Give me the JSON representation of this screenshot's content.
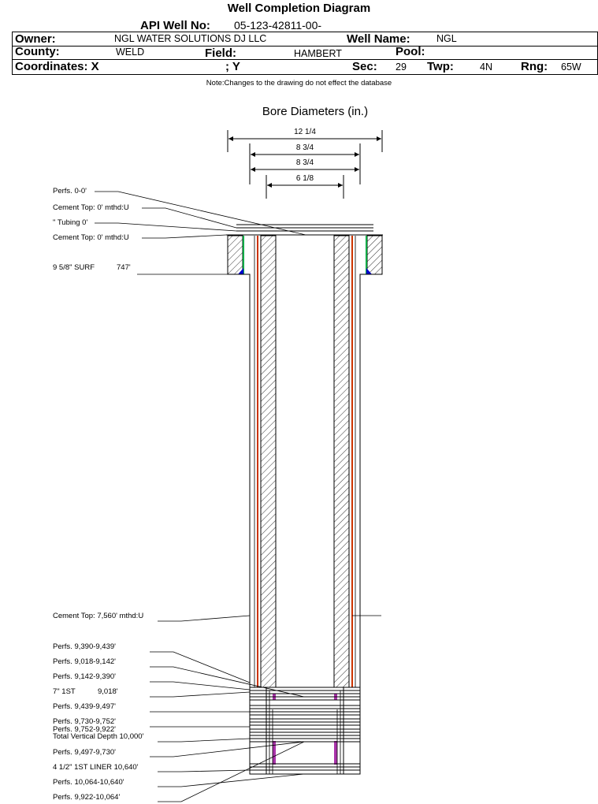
{
  "title": "Well Completion Diagram",
  "header": {
    "api_label": "API Well No:",
    "api_value": "05-123-42811-00-",
    "owner_label": "Owner:",
    "owner_value": "NGL WATER SOLUTIONS DJ LLC",
    "well_name_label": "Well Name:",
    "well_name_value": "NGL",
    "county_label": "County:",
    "county_value": "WELD",
    "field_label": "Field:",
    "field_value": "HAMBERT",
    "pool_label": "Pool:",
    "pool_value": "",
    "coord_label": "Coordinates: X",
    "coord_y_label": "; Y",
    "sec_label": "Sec:",
    "sec_value": "29",
    "twp_label": "Twp:",
    "twp_value": "4N",
    "rng_label": "Rng:",
    "rng_value": "65W"
  },
  "note": "Note:Changes to the drawing do not effect the database",
  "bore": {
    "title": "Bore Diameters (in.)",
    "diameters": [
      "12 1/4",
      "8 3/4",
      "8 3/4",
      "6 1/8"
    ]
  },
  "labels": {
    "perfs_0": "Perfs. 0-0'",
    "cement_top_1": "Cement Top: 0' mthd:U",
    "tubing": "\" Tubing 0'",
    "cement_top_2": "Cement Top: 0' mthd:U",
    "surf_casing": "9 5/8\" SURF",
    "surf_depth": "747'",
    "cement_top_3": "Cement Top: 7,560' mthd:U",
    "perfs_9390": "Perfs. 9,390-9,439'",
    "perfs_9018": "Perfs. 9,018-9,142'",
    "perfs_9142": "Perfs. 9,142-9,390'",
    "first_casing": "7\" 1ST",
    "first_casing_depth": "9,018'",
    "perfs_9439": "Perfs. 9,439-9,497'",
    "perfs_9730": "Perfs. 9,730-9,752'",
    "perfs_9752": "Perfs. 9,752-9,922'",
    "tvd": "Total Vertical Depth 10,000'",
    "perfs_9497": "Perfs. 9,497-9,730'",
    "liner": "4 1/2\" 1ST LINER  10,640'",
    "perfs_10064": "Perfs. 10,064-10,640'",
    "perfs_9922": "Perfs. 9,922-10,064'"
  },
  "colors": {
    "casing_inner": "#cc3300",
    "cement_green": "#00aa44",
    "cement_blue": "#0000cc",
    "perf_purple": "#aa33aa"
  }
}
